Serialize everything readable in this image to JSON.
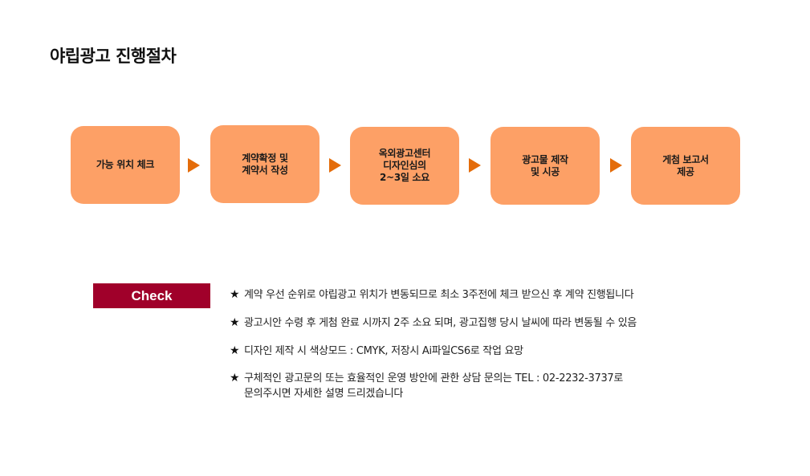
{
  "page": {
    "title": "야립광고 진행절차"
  },
  "steps": [
    {
      "label": "가능 위치 체크"
    },
    {
      "label": "계약확정 및\n계약서 작성"
    },
    {
      "label": "옥외광고센터\n디자인심의\n 2~3일 소요"
    },
    {
      "label": "광고물 제작\n및 시공"
    },
    {
      "label": "게첨 보고서\n제공"
    }
  ],
  "check": {
    "badge_label": "Check",
    "notes": [
      {
        "text": "계약 우선 순위로 야립광고 위치가 변동되므로 최소 3주전에 체크 받으신 후 계약 진행됩니다"
      },
      {
        "text": "광고시안 수령 후 게첨 완료 시까지 2주 소요 되며,  광고집행 당시 날씨에 따라  변동될 수 있음"
      },
      {
        "text": "디자인 제작 시 색상모드 :  CMYK, 저장시 Ai파일CS6로 작업 요망"
      },
      {
        "text": "구체적인 광고문의 또는 효율적인 운영 방안에 관한 상담 문의는 TEL : 02-2232-3737로\n문의주시면 자세한 설명 드리겠습니다"
      }
    ]
  },
  "icons": {
    "arrow": "arrow-right-icon",
    "star": "star-icon"
  },
  "colors": {
    "step_fill": "#fda066",
    "arrow": "#e46c0a",
    "badge": "#a0002a"
  }
}
